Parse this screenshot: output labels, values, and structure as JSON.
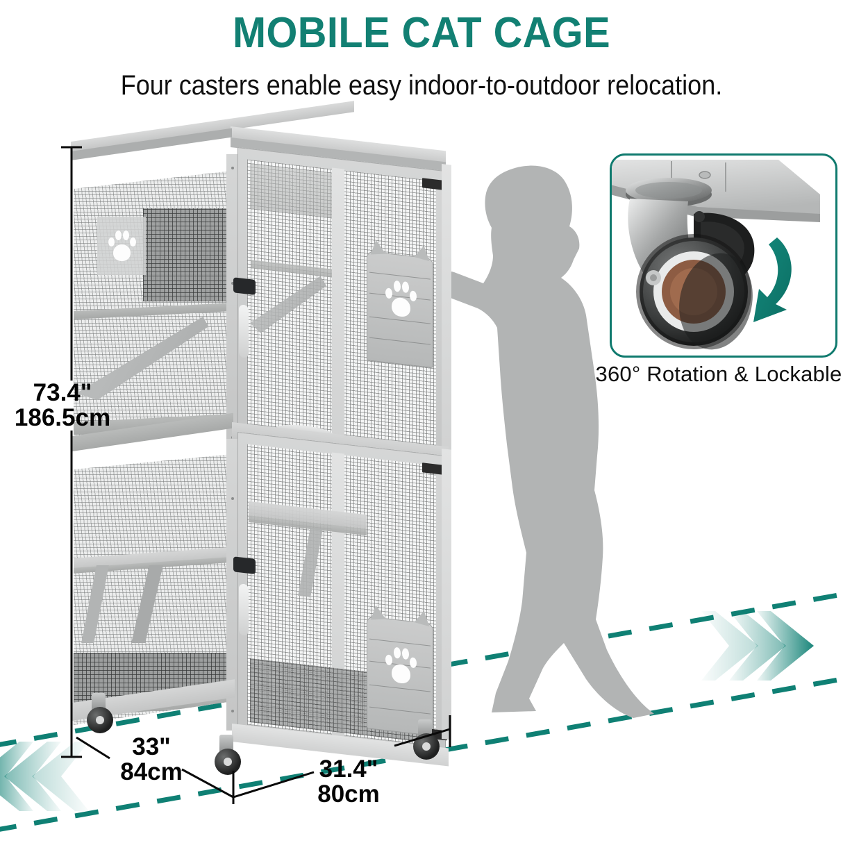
{
  "header": {
    "title": "MOBILE CAT CAGE",
    "subtitle": "Four casters enable easy indoor-to-outdoor relocation.",
    "title_color": "#128073"
  },
  "feature_callout": {
    "caption": "360° Rotation & Lockable",
    "border_color": "#0f7a6e",
    "image_alt": "caster-closeup-photo",
    "rotation_arrow": "curved-arrow-icon"
  },
  "dimensions": {
    "height": {
      "inches": "73.4\"",
      "cm": "186.5cm"
    },
    "depth": {
      "inches": "33\"",
      "cm": "84cm"
    },
    "width": {
      "inches": "31.4\"",
      "cm": "80cm"
    }
  },
  "product": {
    "name": "mobile-cat-cage",
    "levels": 2,
    "casters": 4,
    "cat_doors": 2,
    "paw_icon": "paw-print-icon",
    "frame_color": "#c6c7c7",
    "mesh_color": "#f4f5f5"
  },
  "scene": {
    "person": "man-pushing-silhouette",
    "person_color": "#b2b4b4",
    "path_color": "#0f8074",
    "arrow_left": "chevron-left-icon",
    "arrow_right": "chevron-right-icon"
  }
}
